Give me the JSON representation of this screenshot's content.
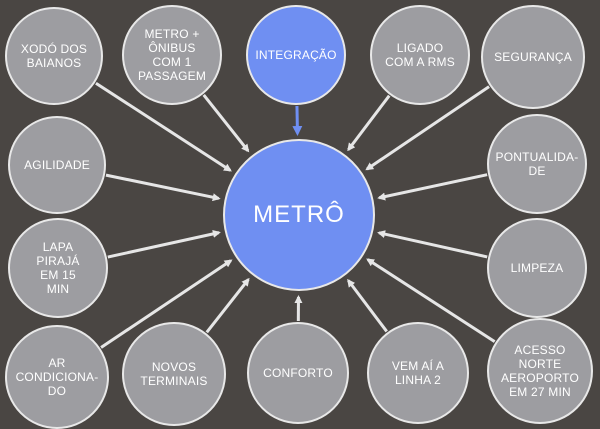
{
  "center": {
    "label": "METRÔ"
  },
  "nodes": [
    {
      "id": "xodo",
      "label": "XODÓ DOS\nBAIANOS"
    },
    {
      "id": "metro-onibus",
      "label": "METRO +\nÔNIBUS\nCOM   1\nPASSAGEM"
    },
    {
      "id": "integracao",
      "label": "INTEGRAÇÃO"
    },
    {
      "id": "ligado",
      "label": "LIGADO\nCOM A RMS"
    },
    {
      "id": "seguranca",
      "label": "SEGURANÇA"
    },
    {
      "id": "agilidade",
      "label": "AGILIDADE"
    },
    {
      "id": "pontualidade",
      "label": "PONTUALIDA-\nDE"
    },
    {
      "id": "lapa",
      "label": "LAPA\nPIRAJÁ\nEM 15\nMIN"
    },
    {
      "id": "limpeza",
      "label": "LIMPEZA"
    },
    {
      "id": "ar",
      "label": "AR\nCONDICIONA-\nDO"
    },
    {
      "id": "novos",
      "label": "NOVOS\nTERMINAIS"
    },
    {
      "id": "conforto",
      "label": "CONFORTO"
    },
    {
      "id": "linha2",
      "label": "VEM AÍ A\nLINHA 2"
    },
    {
      "id": "aeroporto",
      "label": "ACESSO\nNORTE\nAEROPORTO\nEM 27 MIN"
    }
  ],
  "colors": {
    "background": "#4a4643",
    "node_fill": "#9d9da1",
    "accent_fill": "#6f8ff2",
    "border": "#e8e8e8",
    "arrow": "#e6e6e6",
    "accent_arrow": "#6f8ff2"
  }
}
